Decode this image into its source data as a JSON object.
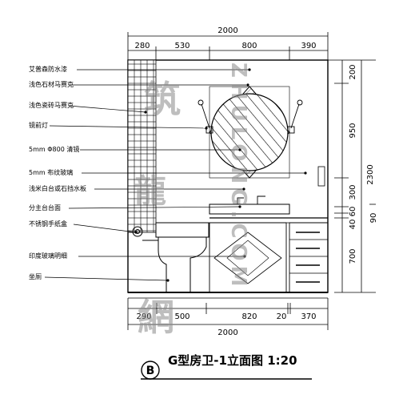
{
  "dimensions": {
    "top_total": "2000",
    "top_segments": [
      "280",
      "530",
      "800",
      "390"
    ],
    "bottom_segments": [
      "290",
      "500",
      "820",
      "20",
      "370"
    ],
    "bottom_total": "2000",
    "right_segments": [
      "200",
      "950",
      "300",
      "60",
      "40",
      "700"
    ],
    "right_total": "2300",
    "right_aux": "90"
  },
  "labels": [
    "艾普森防水漆",
    "浅色石材马赛克",
    "浅色瓷砖马赛克",
    "镜前灯",
    "5mm Φ800 清镜",
    "5mm 布纹玻璃",
    "浅米白台或石挡水板",
    "分主台台面",
    "不锈钢手纸盒",
    "印度玻璃明细",
    "坐厕"
  ],
  "title": {
    "marker": "B",
    "text": "G型房卫-1立面图 1:20"
  },
  "watermark": {
    "chinese": "筑龙网",
    "latin": "ZHULONG.COM"
  }
}
